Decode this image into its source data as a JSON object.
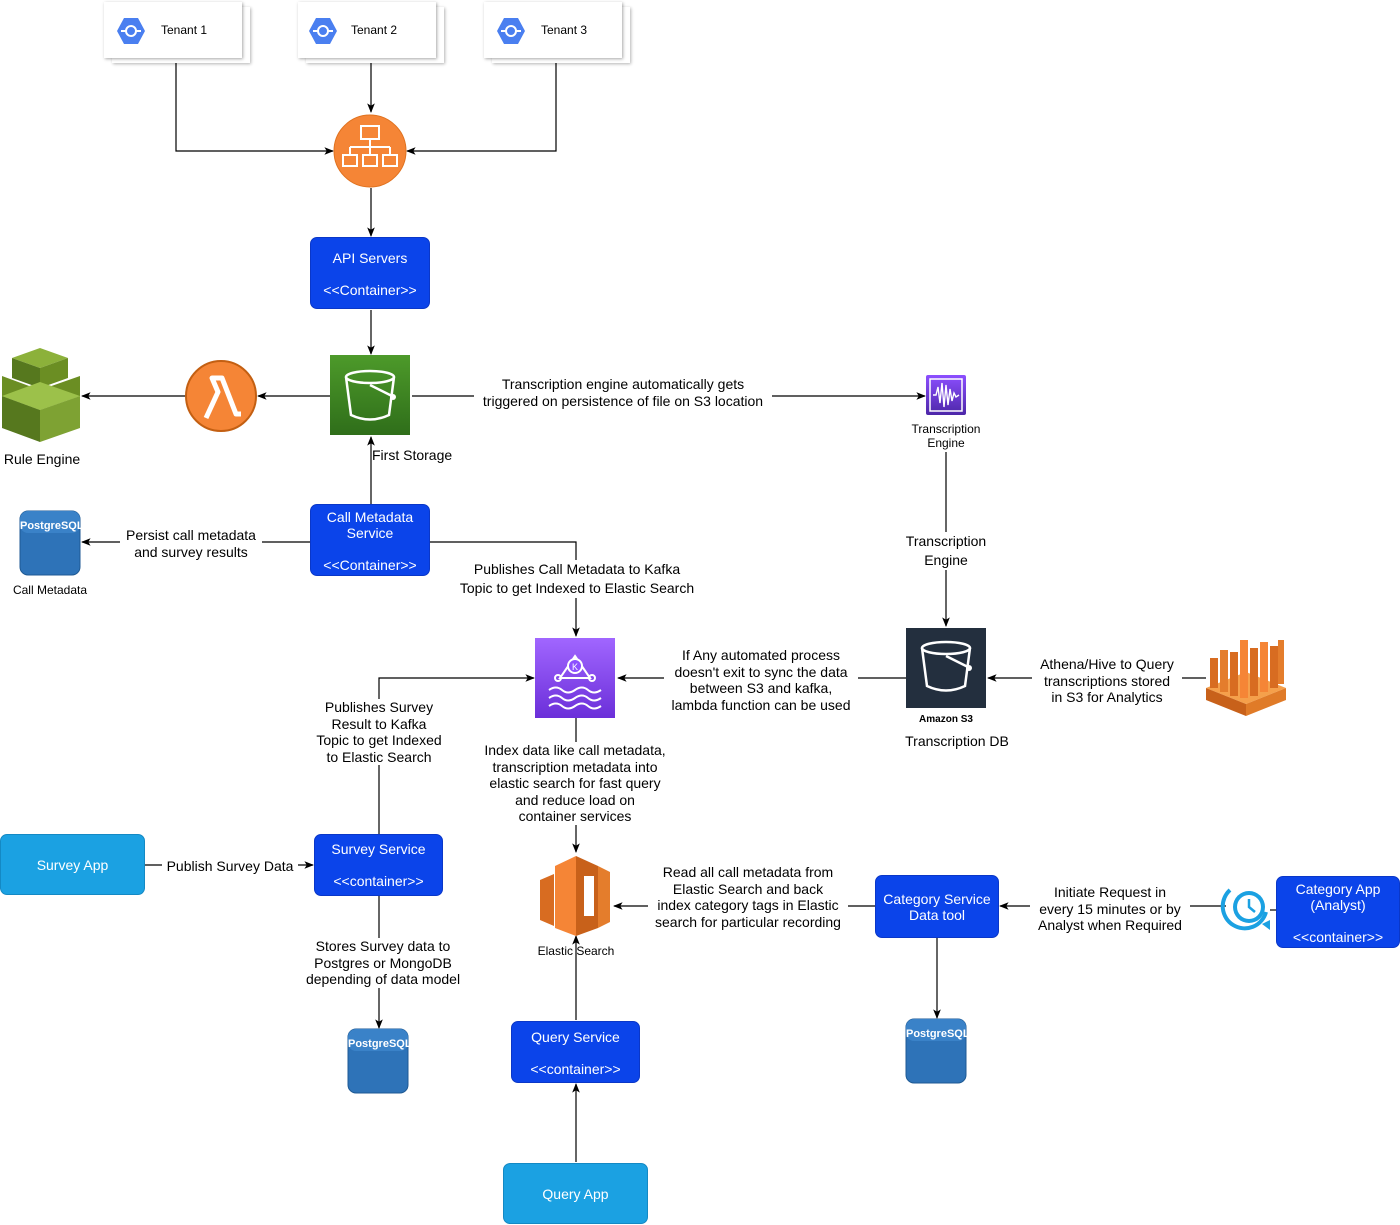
{
  "tenants": [
    {
      "label": "Tenant 1"
    },
    {
      "label": "Tenant 2"
    },
    {
      "label": "Tenant 3"
    }
  ],
  "api_servers": {
    "title": "API Servers",
    "stereotype": "<<Container>>"
  },
  "rule_engine": {
    "label": "Rule Engine"
  },
  "first_storage": {
    "label": "First Storage"
  },
  "transcription_engine_icon": {
    "label_line1": "Transcription",
    "label_line2": "Engine"
  },
  "edge_s3_to_transcription": {
    "line1": "Transcription engine automatically gets",
    "line2": "triggered on persistence of file on S3 location"
  },
  "call_metadata_service": {
    "title_line1": "Call Metadata",
    "title_line2": "Service",
    "stereotype": "<<Container>>"
  },
  "postgres_call_metadata": {
    "badge": "PostgreSQL",
    "label": "Call Metadata"
  },
  "edge_persist": {
    "line1": "Persist call metadata",
    "line2": "and survey results"
  },
  "edge_transcription_engine": {
    "line1": "Transcription",
    "line2": "Engine"
  },
  "edge_publish_call_metadata": {
    "line1": "Publishes Call Metadata to Kafka",
    "line2": "Topic to get Indexed to Elastic Search"
  },
  "edge_lambda_sync": {
    "line1": "If Any automated process",
    "line2": "doesn't exit to sync the data",
    "line3": "between S3 and kafka,",
    "line4": "lambda function can be used"
  },
  "amazon_s3": {
    "badge": "Amazon S3",
    "label": "Transcription DB"
  },
  "edge_athena": {
    "line1": "Athena/Hive to Query",
    "line2": "transcriptions stored",
    "line3": "in S3 for Analytics"
  },
  "edge_publish_survey": {
    "line1": "Publishes Survey",
    "line2": "Result to Kafka",
    "line3": "Topic to get Indexed",
    "line4": "to Elastic Search"
  },
  "edge_index_data": {
    "line1": "Index data like call  metadata,",
    "line2": "transcription metadata into",
    "line3": "elastic search for fast query",
    "line4": "and reduce load on",
    "line5": "container services"
  },
  "survey_app": {
    "label": "Survey App"
  },
  "edge_publish_survey_data": {
    "label": "Publish Survey Data"
  },
  "survey_service": {
    "title": "Survey Service",
    "stereotype": "<<container>>"
  },
  "elastic_search": {
    "label": "Elastic Search"
  },
  "edge_read_metadata": {
    "line1": "Read all call metadata from",
    "line2": "Elastic Search and back",
    "line3": "index category tags in Elastic",
    "line4": "search for particular recording"
  },
  "category_service": {
    "title_line1": "Category Service",
    "title_line2": "Data tool"
  },
  "edge_initiate": {
    "line1": "Initiate Request in",
    "line2": "every 15 minutes or by",
    "line3": "Analyst when Required"
  },
  "category_app": {
    "title_line1": "Category App",
    "title_line2": "(Analyst)",
    "stereotype": "<<container>>"
  },
  "edge_stores_survey": {
    "line1": "Stores Survey data to",
    "line2": "Postgres or MongoDB",
    "line3": "depending of data model"
  },
  "postgres_survey": {
    "badge": "PostgreSQL"
  },
  "postgres_category": {
    "badge": "PostgreSQL"
  },
  "query_service": {
    "title": "Query Service",
    "stereotype": "<<container>>"
  },
  "query_app": {
    "label": "Query App"
  },
  "colors": {
    "container_blue": "#0b44ea",
    "app_blue": "#1ba1e2",
    "aws_orange": "#f58536",
    "s3_green": "#3f8624",
    "kafka_purple": "#8c4fff",
    "postgres_blue": "#2e73b8",
    "rule_engine_green": "#6b8e23"
  }
}
